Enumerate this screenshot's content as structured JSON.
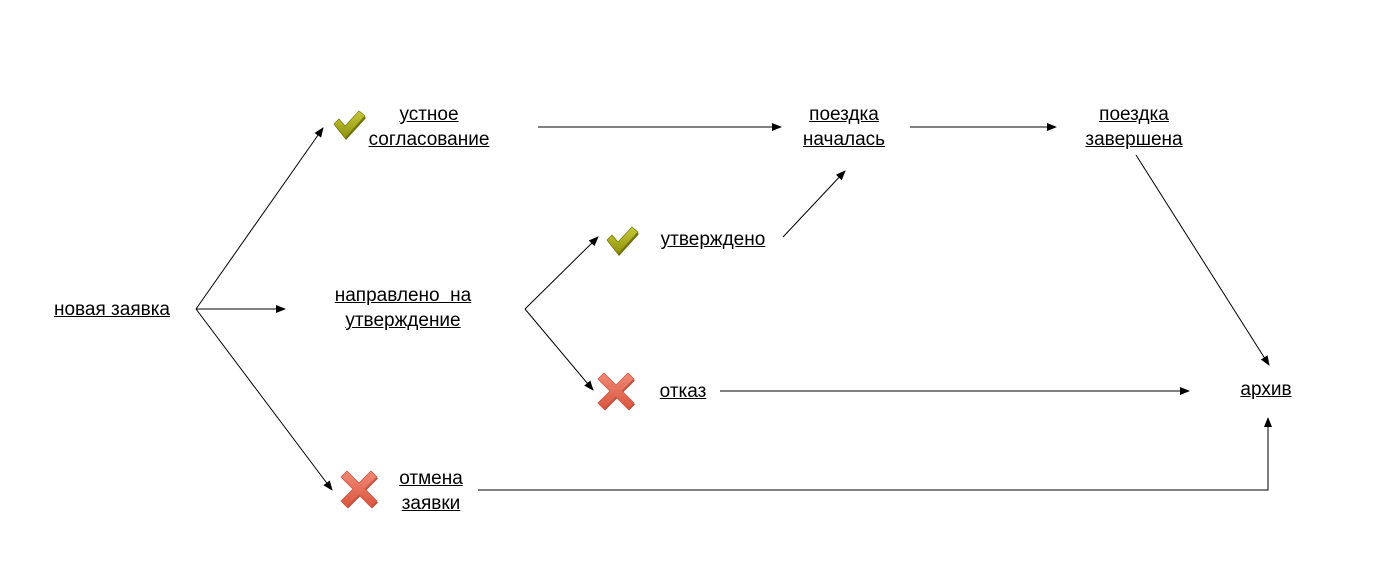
{
  "diagram": {
    "nodes": {
      "new_request": {
        "line1": "новая заявка"
      },
      "oral_approval": {
        "line1": "устное",
        "line2": "согласование"
      },
      "sent_for_approval": {
        "line1": "направлено  на",
        "line2": "утверждение"
      },
      "cancel_request": {
        "line1": "отмена",
        "line2": "заявки"
      },
      "approved": {
        "line1": "утверждено"
      },
      "refusal": {
        "line1": "отказ"
      },
      "trip_started": {
        "line1": "поездка",
        "line2": "началась"
      },
      "trip_finished": {
        "line1": "поездка",
        "line2": "завершена"
      },
      "archive": {
        "line1": "архив"
      }
    },
    "icons": {
      "check": {
        "name": "checkmark-icon",
        "color": "#a3a60e",
        "shadow": "#6e700a"
      },
      "cross": {
        "name": "cross-icon",
        "color": "#e8705a",
        "shadow": "#b8503e"
      }
    },
    "connector_color": "#000000"
  }
}
